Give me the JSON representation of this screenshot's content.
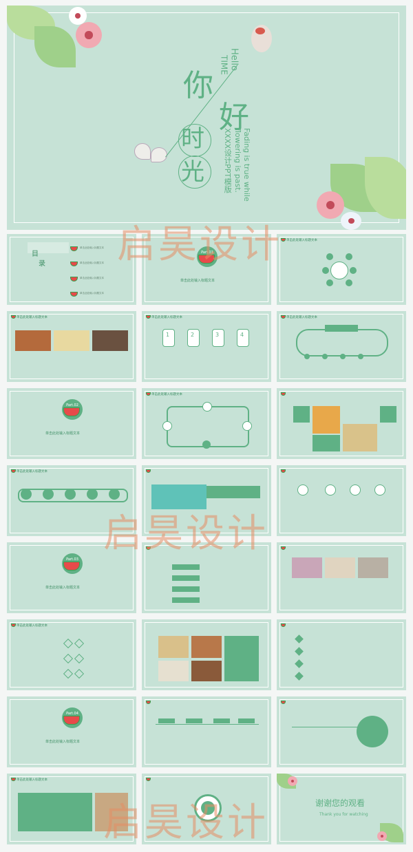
{
  "cover": {
    "hello": "Hello",
    "time": "TIME",
    "ni": "你",
    "hao": "好",
    "shi": "时",
    "guang": "光",
    "tagline1": "Fading is true while",
    "tagline2": "flowering is past.",
    "template": "XXXX设计PPT模版"
  },
  "toc": {
    "title1": "目",
    "title2": "录",
    "items": [
      "单击此处输入标题文本",
      "单击此处输入标题文本",
      "单击此处输入标题文本",
      "单击此处输入标题文本"
    ]
  },
  "parts": [
    "Part.01",
    "Part.02",
    "Part.03",
    "Part.04"
  ],
  "section_title": "单击此处输入标题文本",
  "slide_header": "单击此处输入标题文本",
  "steps": [
    "1",
    "2",
    "3",
    "4"
  ],
  "thanks": {
    "zh": "谢谢您的观看",
    "en": "Thank you for watching"
  },
  "watermark": "启昊设计",
  "colors": {
    "bg": "#c6e2d6",
    "accent": "#5fb185",
    "melon": "#e84a4a",
    "watermark": "#e68c64"
  }
}
